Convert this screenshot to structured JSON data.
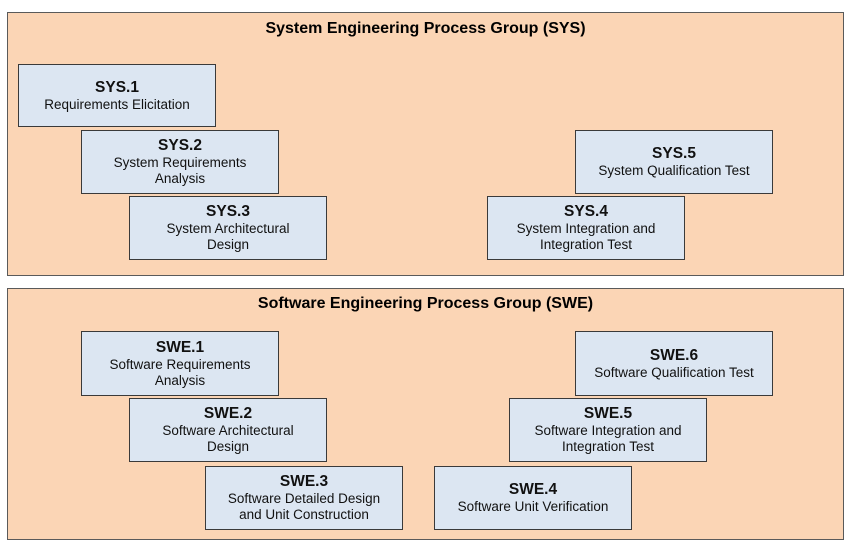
{
  "colors": {
    "group_fill": "#fbd5b5",
    "box_fill": "#dce6f2",
    "border": "#3a3a3a"
  },
  "sys_group": {
    "title": "System Engineering Process Group (SYS)",
    "processes": [
      {
        "code": "SYS.1",
        "name": "Requirements Elicitation"
      },
      {
        "code": "SYS.2",
        "name": "System Requirements\nAnalysis"
      },
      {
        "code": "SYS.3",
        "name": "System Architectural\nDesign"
      },
      {
        "code": "SYS.4",
        "name": "System Integration and\nIntegration Test"
      },
      {
        "code": "SYS.5",
        "name": "System Qualification Test"
      }
    ]
  },
  "swe_group": {
    "title": "Software Engineering Process Group (SWE)",
    "processes": [
      {
        "code": "SWE.1",
        "name": "Software Requirements\nAnalysis"
      },
      {
        "code": "SWE.2",
        "name": "Software Architectural\nDesign"
      },
      {
        "code": "SWE.3",
        "name": "Software Detailed Design\nand Unit Construction"
      },
      {
        "code": "SWE.4",
        "name": "Software Unit Verification"
      },
      {
        "code": "SWE.5",
        "name": "Software Integration and\nIntegration Test"
      },
      {
        "code": "SWE.6",
        "name": "Software Qualification Test"
      }
    ]
  }
}
